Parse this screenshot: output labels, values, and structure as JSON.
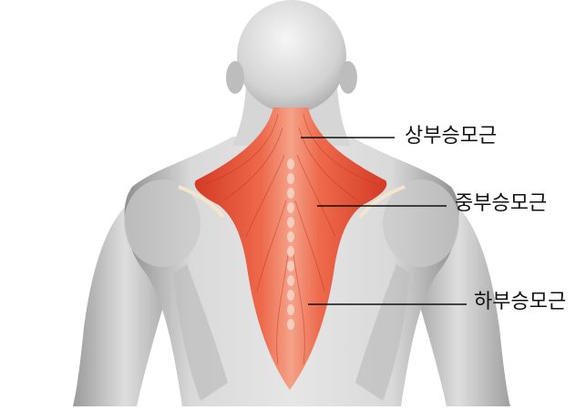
{
  "labels": {
    "upper_trapezius": "상부승모근",
    "middle_trapezius": "중부승모근",
    "lower_trapezius": "하부승모근"
  },
  "colors": {
    "muscle_red": "#e0492f",
    "muscle_highlight": "#f08a6a",
    "body_gray": "#d4d4d4",
    "body_shadow": "#a9a9a9",
    "leader_line": "#111111"
  },
  "icons": {
    "figure": "back-anatomy-figure"
  }
}
